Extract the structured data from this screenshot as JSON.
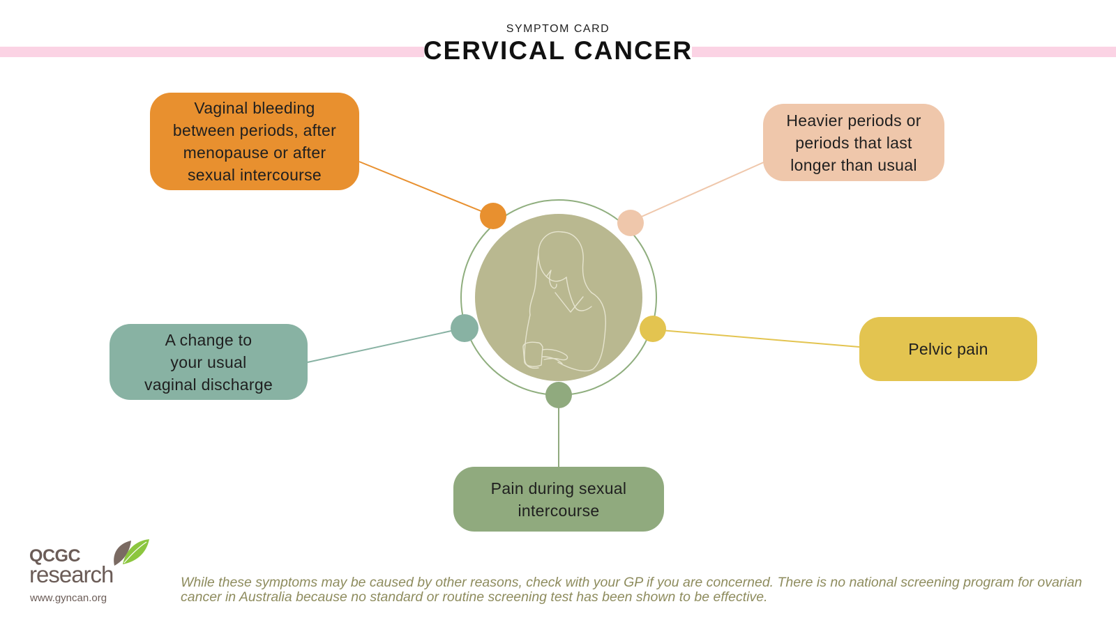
{
  "header": {
    "subtitle": "SYMPTOM CARD",
    "title": "CERVICAL CANCER"
  },
  "symptoms": [
    {
      "text": "Vaginal bleeding\nbetween periods, after\nmenopause or after\nsexual intercourse",
      "color": "#e8902f"
    },
    {
      "text": "Heavier periods or\nperiods that last\nlonger than usual",
      "color": "#efc7ab"
    },
    {
      "text": "A change to\nyour usual\nvaginal discharge",
      "color": "#88b2a3"
    },
    {
      "text": "Pelvic pain",
      "color": "#e3c450"
    },
    {
      "text": "Pain during sexual\nintercourse",
      "color": "#90aa7e"
    }
  ],
  "center": {
    "illustration": "woman-thinking-icon",
    "fill": "#b9b890",
    "ring": "#8fae7e"
  },
  "logo": {
    "brand_line1": "QCGC",
    "brand_line2": "research",
    "url": "www.gyncan.org",
    "leaf_icon": "leaf-icon"
  },
  "footer": {
    "disclaimer": "While these symptoms may be caused by other reasons, check with your GP if you are concerned. There is no national screening program for ovarian cancer in Australia because no standard or routine screening test has been shown to be effective."
  }
}
